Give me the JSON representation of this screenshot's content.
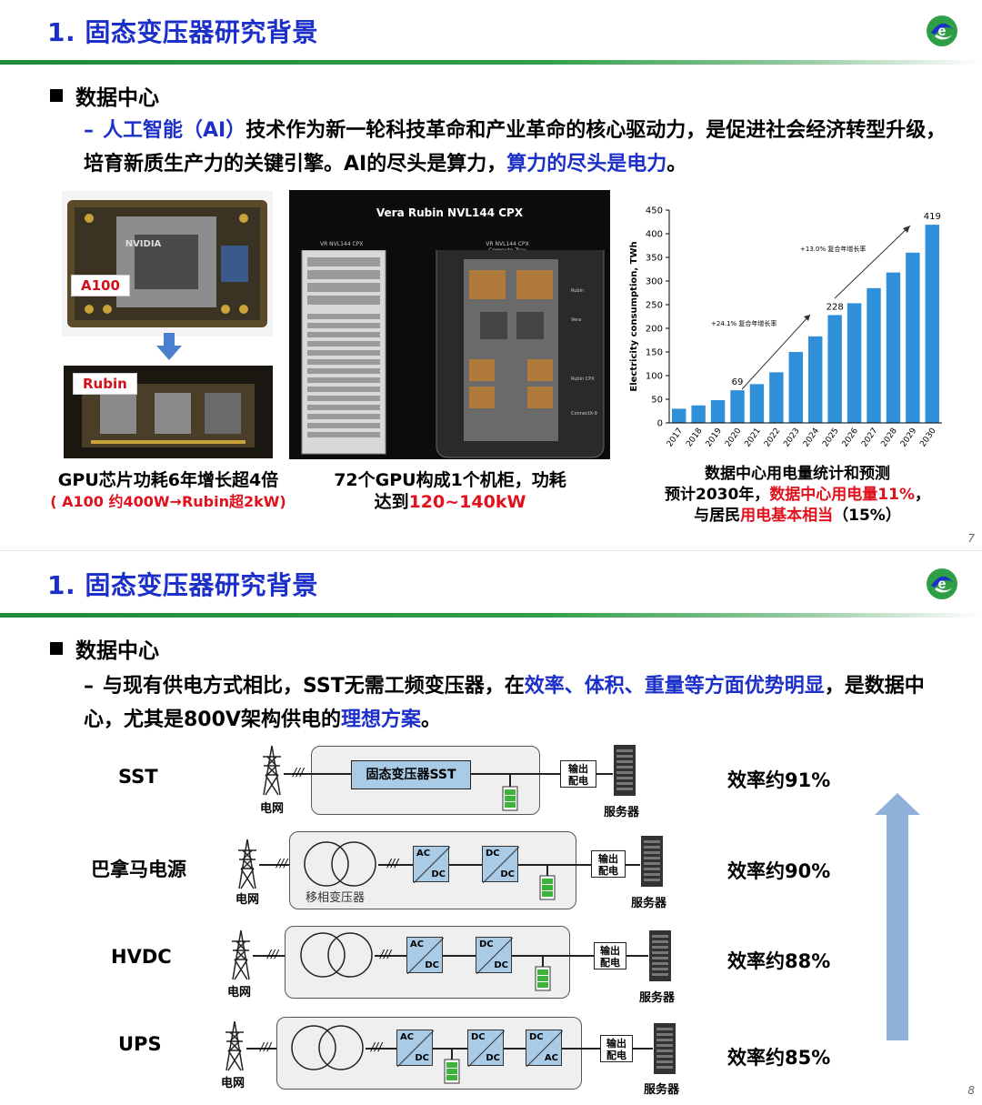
{
  "slide1": {
    "title": "1. 固态变压器研究背景",
    "bullet": "数据中心",
    "para_dash": "–",
    "para_seg1": "人工智能（AI）",
    "para_seg2": "技术作为新一轮科技革命和产业革命的核心驱动力，是促进社会经济转型升级，培育新质生产力的关键引擎。AI的尽头是算力，",
    "para_seg3": "算力的尽头是电力",
    "para_seg4": "。",
    "tag_a100": "A100",
    "tag_rubin": "Rubin",
    "chip_label": "NVIDIA",
    "rack_title": "Vera Rubin NVL144 CPX",
    "rack_sub1": "VR NVL144 CPX",
    "rack_sub2": "VR NVL144 CPX\nCompute Tray",
    "rack_labels": [
      "Rubin",
      "Vera",
      "Rubin CPX",
      "ConnectX-9"
    ],
    "caption1_line1": "GPU芯片功耗6年增长超4倍",
    "caption1_line2": "( A100 约400W→Rubin超2kW)",
    "caption2_line1": "72个GPU构成1个机柜，功耗",
    "caption2_line2a": "达到",
    "caption2_line2b": "120~140kW",
    "caption3_line1": "数据中心用电量统计和预测",
    "caption3_line2a": "预计2030年，",
    "caption3_line2b": "数据中心用电量11%",
    "caption3_line2c": "，",
    "caption3_line3a": "与居民",
    "caption3_line3b": "用电基本相当",
    "caption3_line3c": "（15%）",
    "page": "7"
  },
  "chart_data": {
    "type": "bar",
    "categories": [
      "2017",
      "2018",
      "2019",
      "2020",
      "2021",
      "2022",
      "2023",
      "2024",
      "2025",
      "2026",
      "2027",
      "2028",
      "2029",
      "2030"
    ],
    "values": [
      30,
      37,
      48,
      69,
      82,
      107,
      150,
      183,
      228,
      253,
      285,
      318,
      360,
      419
    ],
    "ylabel": "Electricity consumption, TWh",
    "ylim": [
      0,
      450
    ],
    "yticks": [
      0,
      50,
      100,
      150,
      200,
      250,
      300,
      350,
      400,
      450
    ],
    "data_labels": {
      "2020": "69",
      "2025": "228",
      "2030": "419"
    },
    "annotations": [
      "+24.1% 复合年增长率",
      "+13.0% 复合年增长率"
    ],
    "color": "#2f8fd8",
    "grid": false
  },
  "slide2": {
    "title": "1. 固态变压器研究背景",
    "bullet": "数据中心",
    "para_dash": "–",
    "para_seg1": "与现有供电方式相比，SST无需工频变压器，在",
    "para_seg2": "效率、体积、重量等方面优势明显",
    "para_seg3": "，是数据中心，尤其是800V架构供电的",
    "para_seg4": "理想方案",
    "para_seg5": "。",
    "rows": [
      {
        "name": "SST",
        "efficiency": "效率约91%"
      },
      {
        "name": "巴拿马电源",
        "efficiency": "效率约90%"
      },
      {
        "name": "HVDC",
        "efficiency": "效率约88%"
      },
      {
        "name": "UPS",
        "efficiency": "效率约85%"
      }
    ],
    "grid_label": "电网",
    "server_label": "服务器",
    "output_label": "输出\n配电",
    "sst_box": "固态变压器SST",
    "phase_shift": "移相变压器",
    "ac": "AC",
    "dc": "DC",
    "page": "8"
  }
}
